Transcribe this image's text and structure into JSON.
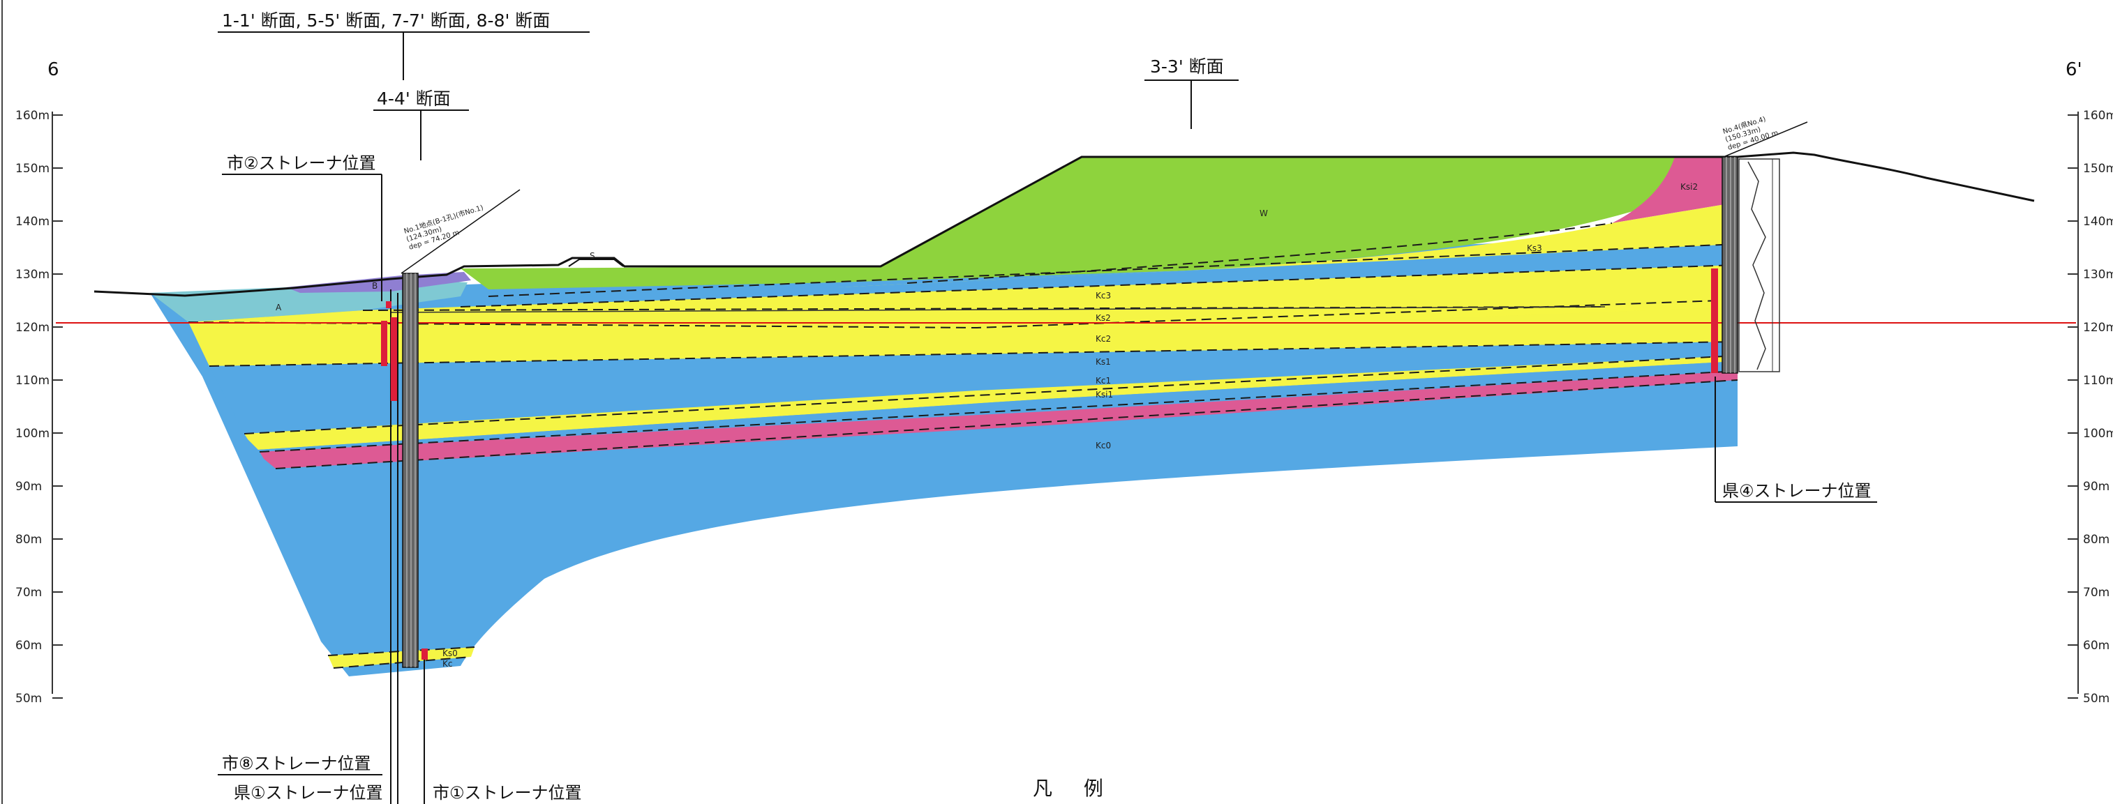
{
  "section_ends": {
    "left": "6",
    "right": "6'"
  },
  "elevations": [
    "160m",
    "150m",
    "140m",
    "130m",
    "120m",
    "110m",
    "100m",
    "90m",
    "80m",
    "70m",
    "60m",
    "50m"
  ],
  "section_refs": {
    "top": "1-1' 断面, 5-5' 断面, 7-7' 断面, 8-8' 断面",
    "s44": "4-4' 断面",
    "s33": "3-3' 断面"
  },
  "strainers": {
    "city2": "市②ストレーナ位置",
    "city8": "市⑧ストレーナ位置",
    "pref1": "県①ストレーナ位置",
    "city1": "市①ストレーナ位置",
    "pref4": "県④ストレーナ位置"
  },
  "boreholes": {
    "no1": {
      "title": "No.1地点(B-1孔)(市No.1)",
      "elev": "(124.30m)",
      "dep": "dep = 74.20 m"
    },
    "no4": {
      "title": "No.4(県No.4)",
      "elev": "(150.33m)",
      "dep": "dep = 40.00 m"
    }
  },
  "layers": {
    "A": "A",
    "B": "B",
    "W": "W",
    "S": "S",
    "Ks3": "Ks3",
    "Ksi2": "Ksi2",
    "Kc3": "Kc3",
    "Ks2": "Ks2",
    "Kc2": "Kc2",
    "Ks1": "Ks1",
    "Kc1": "Kc1",
    "Ksi1": "Ksi1",
    "Kc0": "Kc0",
    "Ks0": "Ks0",
    "Kc": "Kc"
  },
  "legend_title": "凡 例",
  "colors": {
    "clay_blue": "#55a8e4",
    "sand_yellow": "#f5f545",
    "silt_pink": "#dd5a94",
    "fill_green": "#8ed33d",
    "layer_A": "#7fc9d3",
    "layer_B": "#8f7fd2",
    "water_level": "#dd1111",
    "strainer": "#dd1f3a"
  }
}
